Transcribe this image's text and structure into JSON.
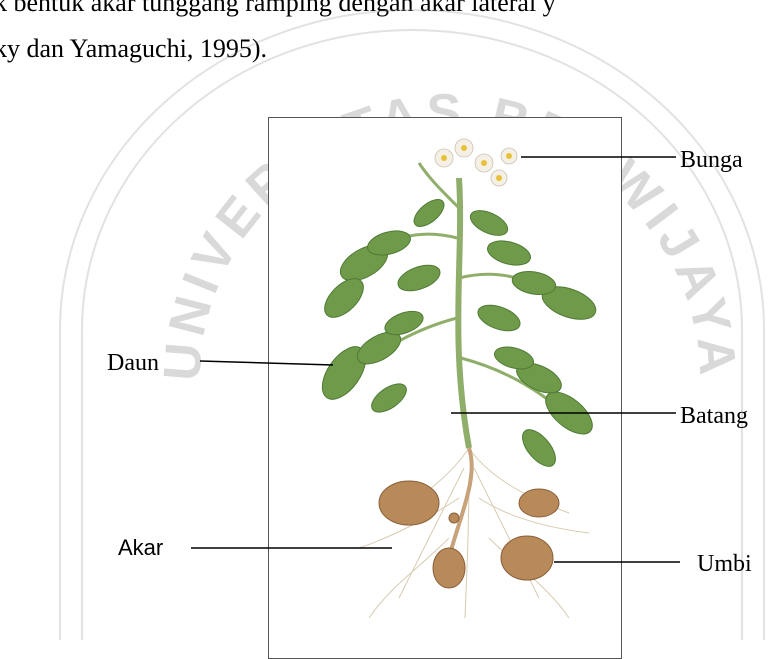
{
  "document": {
    "line1": "k bentuk akar tunggang ramping dengan akar lateral y",
    "line2": "ky dan Yamaguchi, 1995)."
  },
  "watermark": {
    "text": "UNIVERSITAS BRAWIJAYA"
  },
  "figure": {
    "labels": {
      "bunga": "Bunga",
      "daun": "Daun",
      "batang": "Batang",
      "akar": "Akar",
      "umbi": "Umbi"
    },
    "colors": {
      "leaf": "#6f9a4a",
      "leaf_dark": "#4f7a35",
      "stem": "#8fae6a",
      "tuber": "#b88a5a",
      "tuber_dark": "#8a5f3a",
      "root": "#d8cbb0",
      "flower": "#f4f0e6",
      "flower_center": "#e6c23a",
      "watermark": "#9a9a9a"
    }
  }
}
